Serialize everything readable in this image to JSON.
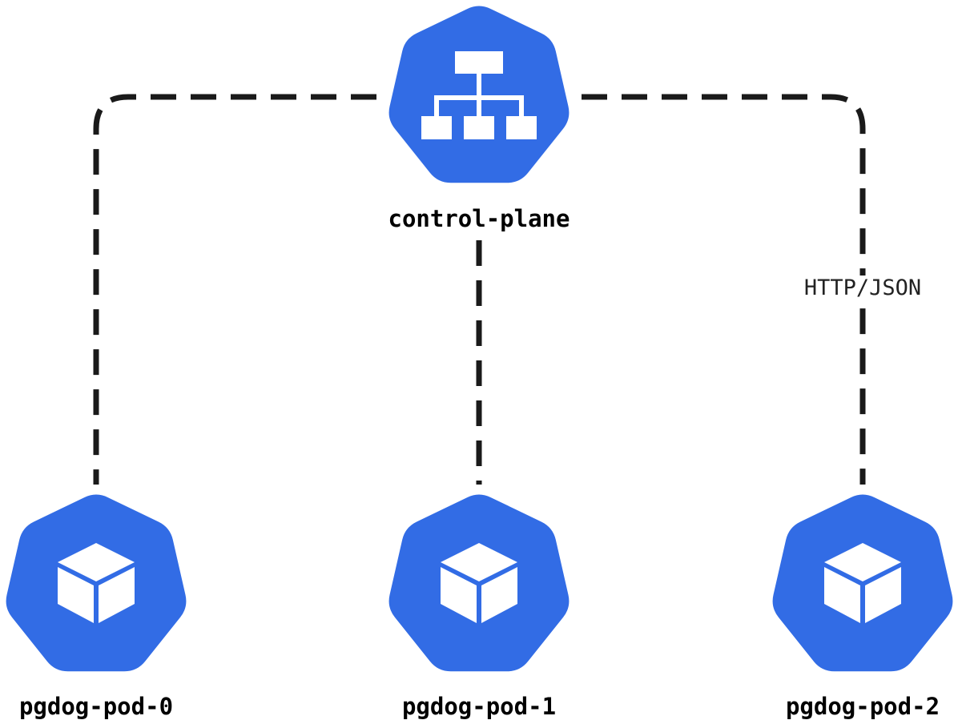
{
  "colors": {
    "node_fill": "#326CE5",
    "icon_fill": "#FFFFFF",
    "connector": "#1A1A1A",
    "label_text": "#000000"
  },
  "nodes": {
    "control_plane": {
      "label": "control-plane",
      "icon": "hierarchy-icon"
    },
    "pod0": {
      "label": "pgdog-pod-0",
      "icon": "cube-icon"
    },
    "pod1": {
      "label": "pgdog-pod-1",
      "icon": "cube-icon"
    },
    "pod2": {
      "label": "pgdog-pod-2",
      "icon": "cube-icon"
    }
  },
  "edges": {
    "pod2_protocol": "HTTP/JSON"
  }
}
